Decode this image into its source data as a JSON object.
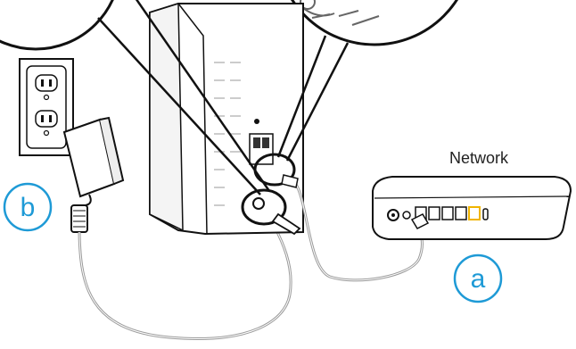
{
  "labels": {
    "network": "Network",
    "step_a": "a",
    "step_b": "b"
  },
  "colors": {
    "callout": "#1e9ad6",
    "line": "#111111",
    "port_highlight": "#f0b400",
    "cable": "#9a9a9a"
  }
}
